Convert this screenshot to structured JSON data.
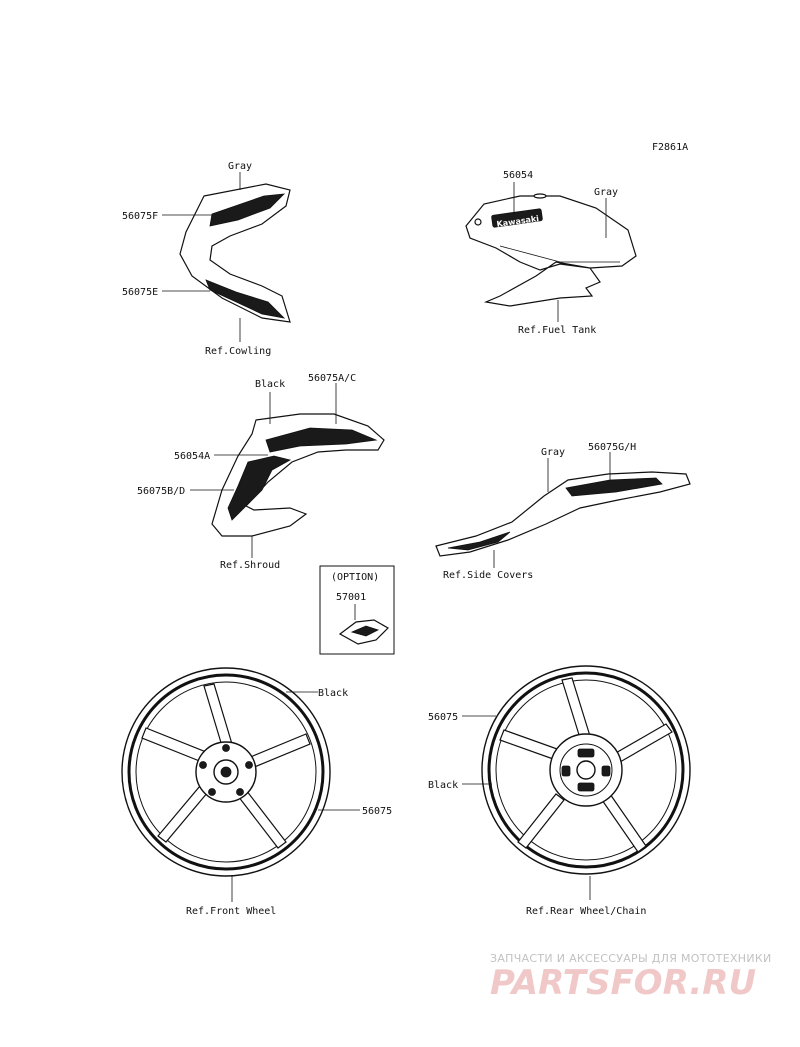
{
  "figure_id": "F2861A",
  "callouts": {
    "cowling_gray": "Gray",
    "cowling_f": "56075F",
    "cowling_e": "56075E",
    "cowling_ref": "Ref.Cowling",
    "tank_56054": "56054",
    "tank_gray": "Gray",
    "tank_ref": "Ref.Fuel Tank",
    "tank_logo": "Kawasaki",
    "shroud_black": "Black",
    "shroud_ac": "56075A/C",
    "shroud_54a": "56054A",
    "shroud_bd": "56075B/D",
    "shroud_ref": "Ref.Shroud",
    "side_gray": "Gray",
    "side_gh": "56075G/H",
    "side_ref": "Ref.Side Covers",
    "option_title": "(OPTION)",
    "option_part": "57001",
    "front_black": "Black",
    "front_56075": "56075",
    "front_ref": "Ref.Front Wheel",
    "rear_56075": "56075",
    "rear_black": "Black",
    "rear_ref": "Ref.Rear Wheel/Chain"
  },
  "watermark": {
    "tagline": "ЗАПЧАСТИ И АКСЕССУАРЫ ДЛЯ МОТОТЕХНИКИ",
    "brand": "PARTSFOR.RU"
  },
  "colors": {
    "line": "#111111",
    "decal_fill": "#1a1a1a",
    "watermark_brand": "#f0c8c8",
    "watermark_text": "#c2c2c2"
  }
}
